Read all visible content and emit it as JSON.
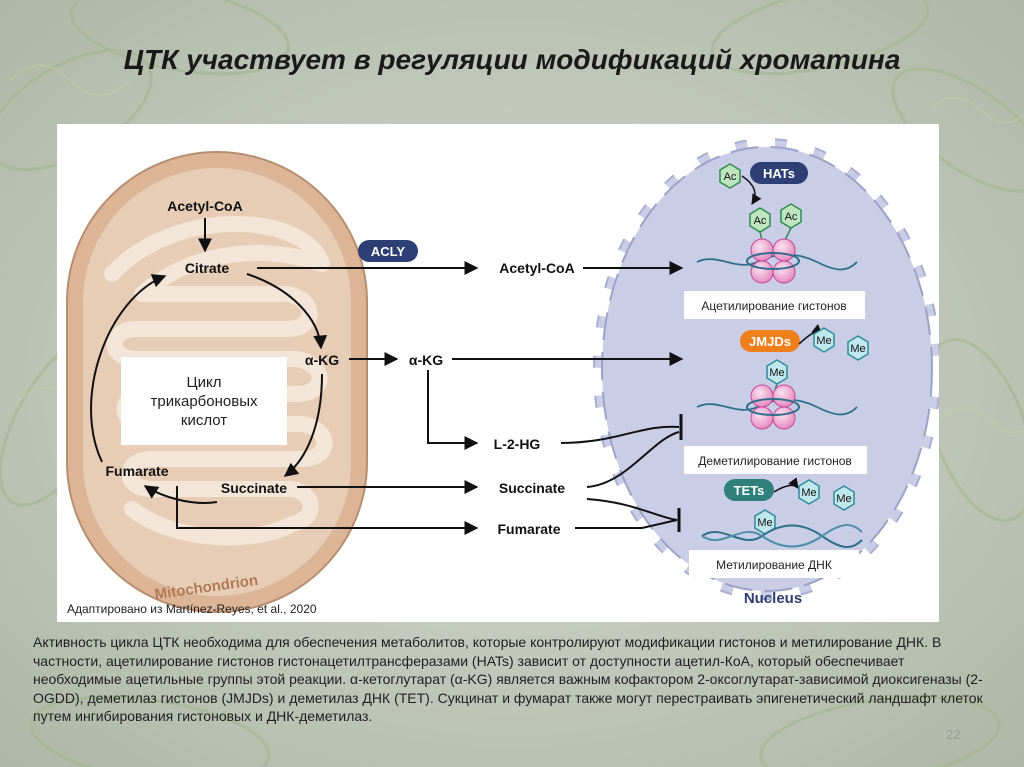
{
  "slide": {
    "title": "ЦТК участвует в регуляции модификаций хроматина",
    "page_number": "22",
    "credit": "Адаптировано из Martínez-Reyes, et al., 2020",
    "description": "Активность цикла ЦТК необходима для обеспечения метаболитов, которые контролируют модификации гистонов и метилирование ДНК. В частности, ацетилирование гистонов гистонацетилтрансферазами (HATs) зависит от доступности ацетил-КоА, который обеспечивает необходимые ацетильные группы этой реакции. α-кетоглутарат (α-KG) является важным кофактором 2-оксоглутарат-зависимой диоксигеназы (2-OGDD), деметилаз гистонов (JMJDs) и деметилаз ДНК (TET). Сукцинат и фумарат также могут перестраивать эпигенетический ландшафт клеток путем ингибирования гистоновых и ДНК-деметилаз."
  },
  "mitochondrion": {
    "label": "Mitochondrion",
    "cycle_label": "Цикл трикарбоновых кислот",
    "metabolites": {
      "acetyl_coa": "Acetyl-CoA",
      "citrate": "Citrate",
      "akg": "α-KG",
      "succinate": "Succinate",
      "fumarate": "Fumarate"
    }
  },
  "cytosol": {
    "acly": "ACLY",
    "acetyl_coa": "Acetyl-CoA",
    "akg": "α-KG",
    "l2hg": "L-2-HG",
    "succinate": "Succinate",
    "fumarate": "Fumarate"
  },
  "nucleus": {
    "label": "Nucleus",
    "hats": "HATs",
    "jmjds": "JMJDs",
    "tets": "TETs",
    "ac": "Ac",
    "me": "Me",
    "acetylation_label": "Ацетилирование гистонов",
    "histone_demethylation_label": "Деметилирование гистонов",
    "dna_methylation_label": "Метилирование ДНК"
  },
  "colors": {
    "mito_outer": "#dcb597",
    "mito_inner": "#eddccb",
    "nucleus_fill": "#c9cde6",
    "enzyme_pill": "#2d3f75",
    "ac_hex": "#bfe4c0",
    "me_hex": "#bfe7ec",
    "histone": "#f2b4d6",
    "dna": "#2f6f8c",
    "mito_label": "#b07a55",
    "nucleus_label": "#2d3f75"
  }
}
